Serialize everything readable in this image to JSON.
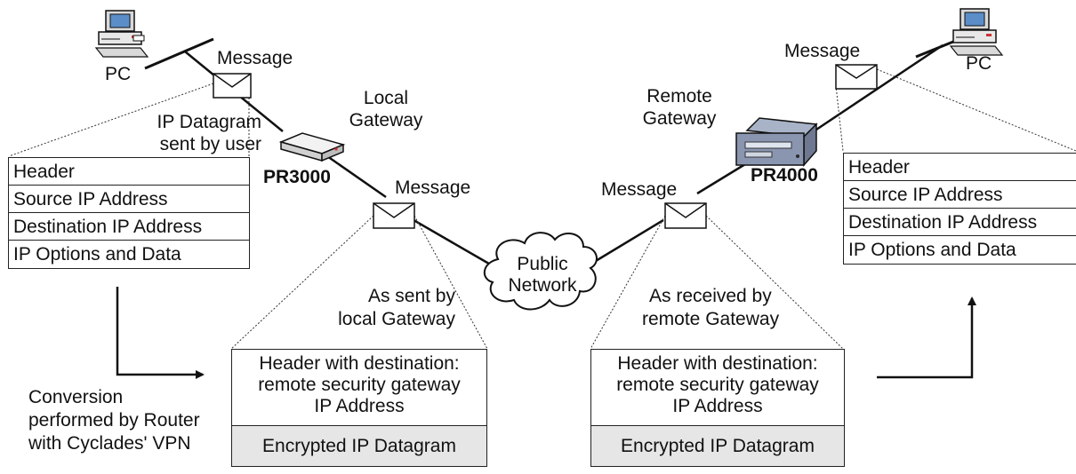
{
  "left": {
    "pc_label": "PC",
    "message_label": "Message",
    "gateway_label": [
      "Local",
      "Gateway"
    ],
    "device_label": "PR3000",
    "datagram_caption": [
      "IP Datagram",
      "sent by user"
    ],
    "table_rows": [
      "Header",
      "Source IP Address",
      "Destination IP Address",
      "IP Options and Data"
    ]
  },
  "right": {
    "pc_label": "PC",
    "message_label": "Message",
    "gateway_label": [
      "Remote",
      "Gateway"
    ],
    "device_label": "PR4000",
    "table_rows": [
      "Header",
      "Source IP Address",
      "Destination IP Address",
      "IP Options and Data"
    ]
  },
  "center": {
    "message_left": "Message",
    "message_right": "Message",
    "cloud_label": [
      "Public",
      "Network"
    ],
    "sent_caption": [
      "As sent by",
      "local Gateway"
    ],
    "received_caption": [
      "As received by",
      "remote Gateway"
    ]
  },
  "encrypted_box": {
    "header_lines": [
      "Header with destination:",
      "remote security gateway",
      "IP Address"
    ],
    "payload": "Encrypted IP Datagram"
  },
  "conversion_note": [
    "Conversion",
    "performed by Router",
    "with Cyclades' VPN"
  ]
}
